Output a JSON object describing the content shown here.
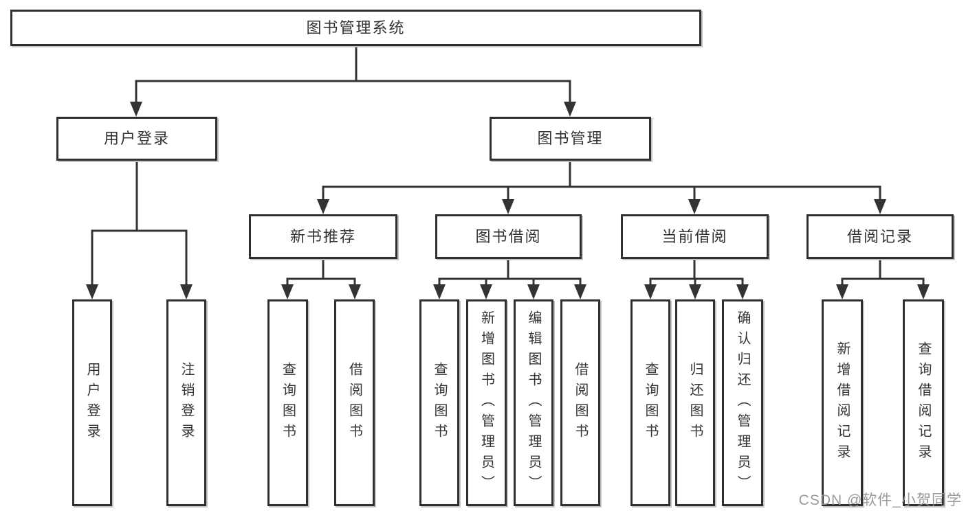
{
  "diagram": {
    "type": "hierarchy-tree",
    "root": {
      "label": "图书管理系统",
      "children": [
        {
          "label": "用户登录",
          "children": [
            {
              "label": "用户登录"
            },
            {
              "label": "注销登录"
            }
          ]
        },
        {
          "label": "图书管理",
          "children": [
            {
              "label": "新书推荐",
              "children": [
                {
                  "label": "查询图书"
                },
                {
                  "label": "借阅图书"
                }
              ]
            },
            {
              "label": "图书借阅",
              "children": [
                {
                  "label": "查询图书"
                },
                {
                  "label": "新增图书（管理员）"
                },
                {
                  "label": "编辑图书（管理员）"
                },
                {
                  "label": "借阅图书"
                }
              ]
            },
            {
              "label": "当前借阅",
              "children": [
                {
                  "label": "查询图书"
                },
                {
                  "label": "归还图书"
                },
                {
                  "label": "确认归还（管理员）"
                }
              ]
            },
            {
              "label": "借阅记录",
              "children": [
                {
                  "label": "新增借阅记录"
                },
                {
                  "label": "查询借阅记录"
                }
              ]
            }
          ]
        }
      ]
    }
  },
  "watermark": {
    "text": "CSDN @软件_小贺同学"
  },
  "colors": {
    "line": "#333333",
    "box_border": "#2f2f2f",
    "box_background": "#ffffff",
    "text": "#333333",
    "watermark": "#94949b",
    "page_background": "#ffffff"
  }
}
